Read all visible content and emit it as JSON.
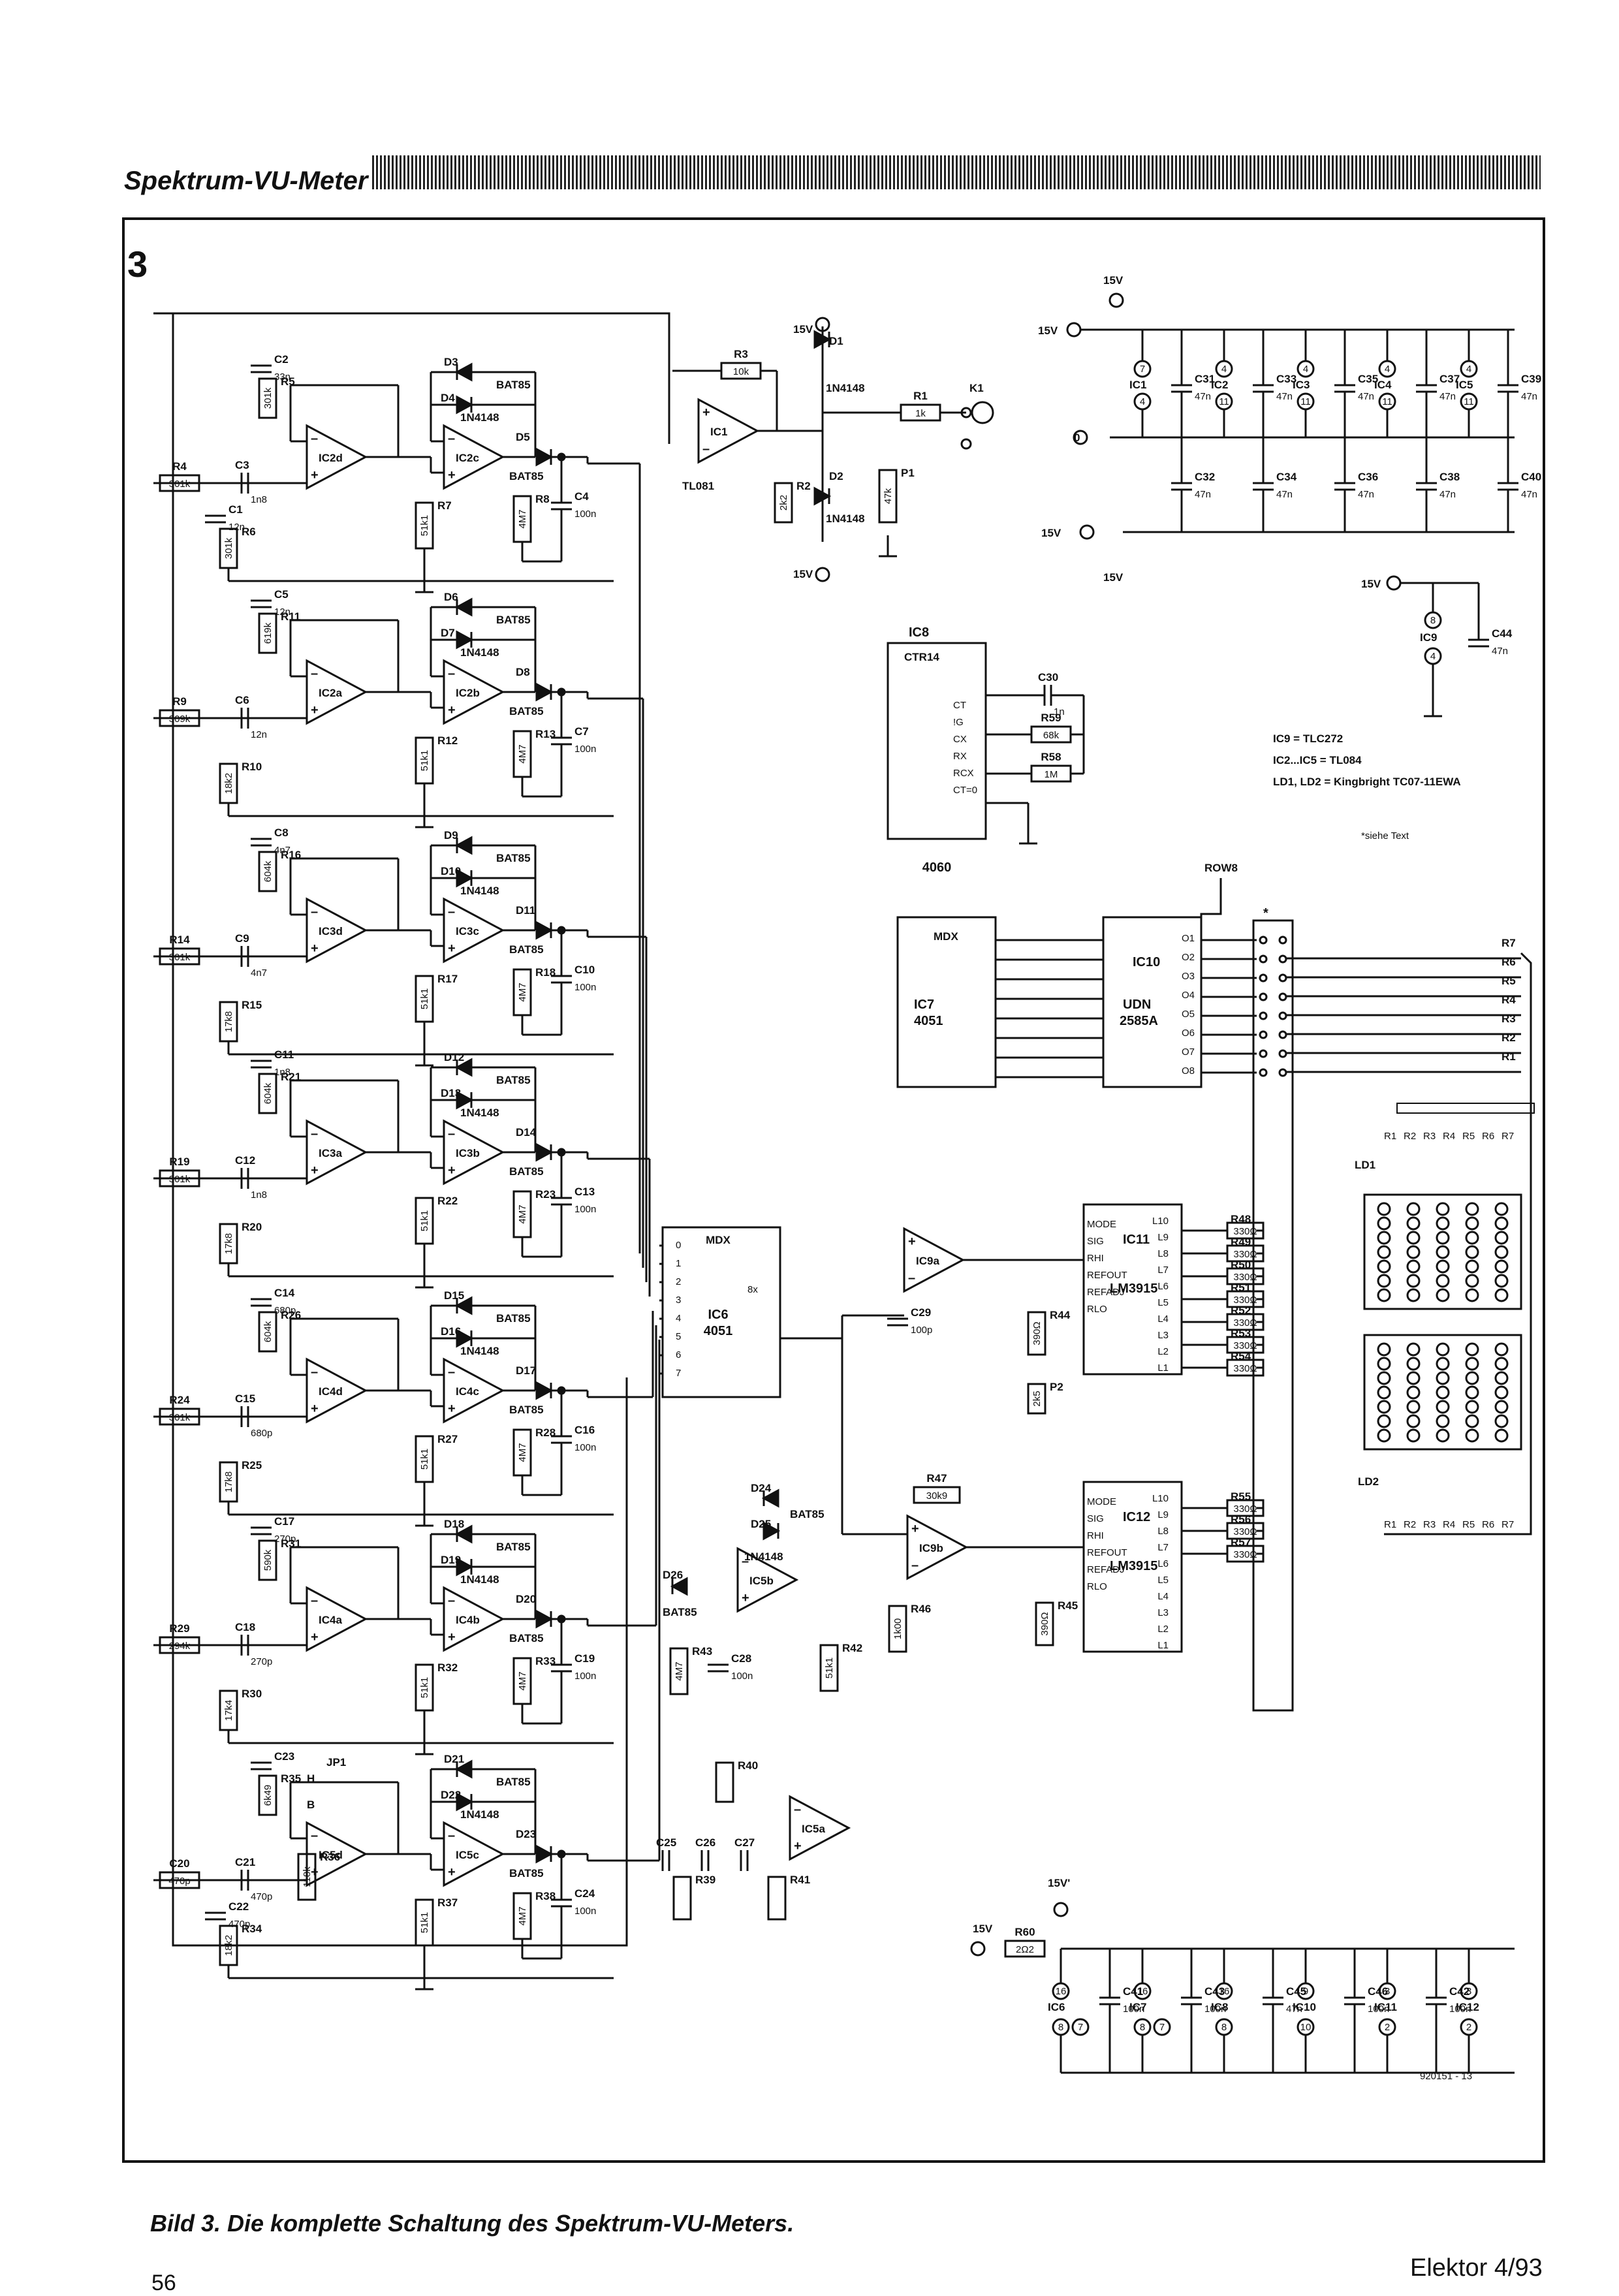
{
  "header": {
    "title": "Spektrum-VU-Meter"
  },
  "figure": {
    "number": "3"
  },
  "caption": "Bild 3. Die komplette Schaltung des Spektrum-VU-Meters.",
  "footer": {
    "magazine": "Elektor 4/93",
    "page": "56"
  },
  "drawing_number": "920151 - 13",
  "notes": {
    "ic9": "IC9 = TLC272",
    "ic2_5": "IC2...IC5 = TL084",
    "ld": "LD1, LD2 = Kingbright TC07-11EWA",
    "siehe": "siehe Text"
  },
  "filter_stages": [
    {
      "opamp": "IC2d",
      "peak": "IC2c",
      "r_in": "R4",
      "r_in_val": "301k",
      "ra": "R5",
      "ra_val": "301k",
      "rb": "R6",
      "rb_val": "301k",
      "c1": "C2",
      "c1_val": "33n",
      "c2": "C3",
      "c2_val": "1n8",
      "c3": "C1",
      "c3_val": "12n",
      "d_a": "D3",
      "d_b": "D4",
      "d_c": "D5",
      "r_load": "R7",
      "r_load_val": "51k1",
      "r_dis": "R8",
      "r_dis_val": "4M7",
      "c_hold": "C4",
      "c_hold_val": "100n"
    },
    {
      "opamp": "IC2a",
      "peak": "IC2b",
      "r_in": "R9",
      "r_in_val": "309k",
      "ra": "R11",
      "ra_val": "619k",
      "rb": "R10",
      "rb_val": "18k2",
      "c1": "C5",
      "c1_val": "12n",
      "c2": "C6",
      "c2_val": "12n",
      "c3": "",
      "c3_val": "",
      "d_a": "D6",
      "d_b": "D7",
      "d_c": "D8",
      "r_load": "R12",
      "r_load_val": "51k1",
      "r_dis": "R13",
      "r_dis_val": "4M7",
      "c_hold": "C7",
      "c_hold_val": "100n"
    },
    {
      "opamp": "IC3d",
      "peak": "IC3c",
      "r_in": "R14",
      "r_in_val": "301k",
      "ra": "R16",
      "ra_val": "604k",
      "rb": "R15",
      "rb_val": "17k8",
      "c1": "C8",
      "c1_val": "4n7",
      "c2": "C9",
      "c2_val": "4n7",
      "c3": "",
      "c3_val": "",
      "d_a": "D9",
      "d_b": "D10",
      "d_c": "D11",
      "r_load": "R17",
      "r_load_val": "51k1",
      "r_dis": "R18",
      "r_dis_val": "4M7",
      "c_hold": "C10",
      "c_hold_val": "100n"
    },
    {
      "opamp": "IC3a",
      "peak": "IC3b",
      "r_in": "R19",
      "r_in_val": "301k",
      "ra": "R21",
      "ra_val": "604k",
      "rb": "R20",
      "rb_val": "17k8",
      "c1": "C11",
      "c1_val": "1n8",
      "c2": "C12",
      "c2_val": "1n8",
      "c3": "",
      "c3_val": "",
      "d_a": "D12",
      "d_b": "D13",
      "d_c": "D14",
      "r_load": "R22",
      "r_load_val": "51k1",
      "r_dis": "R23",
      "r_dis_val": "4M7",
      "c_hold": "C13",
      "c_hold_val": "100n"
    },
    {
      "opamp": "IC4d",
      "peak": "IC4c",
      "r_in": "R24",
      "r_in_val": "301k",
      "ra": "R26",
      "ra_val": "604k",
      "rb": "R25",
      "rb_val": "17k8",
      "c1": "C14",
      "c1_val": "680p",
      "c2": "C15",
      "c2_val": "680p",
      "c3": "",
      "c3_val": "",
      "d_a": "D15",
      "d_b": "D16",
      "d_c": "D17",
      "r_load": "R27",
      "r_load_val": "51k1",
      "r_dis": "R28",
      "r_dis_val": "4M7",
      "c_hold": "C16",
      "c_hold_val": "100n"
    },
    {
      "opamp": "IC4a",
      "peak": "IC4b",
      "r_in": "R29",
      "r_in_val": "294k",
      "ra": "R31",
      "ra_val": "590k",
      "rb": "R30",
      "rb_val": "17k4",
      "c1": "C17",
      "c1_val": "270p",
      "c2": "C18",
      "c2_val": "270p",
      "c3": "",
      "c3_val": "",
      "d_a": "D18",
      "d_b": "D19",
      "d_c": "D20",
      "r_load": "R32",
      "r_load_val": "51k1",
      "r_dis": "R33",
      "r_dis_val": "4M7",
      "c_hold": "C19",
      "c_hold_val": "100n"
    },
    {
      "opamp": "IC5d",
      "peak": "IC5c",
      "r_in": "C20",
      "r_in_val": "470p",
      "ra": "R35",
      "ra_val": "6k49",
      "rb": "R34",
      "rb_val": "18k2",
      "c1": "C23",
      "c1_val": "",
      "c2": "C21",
      "c2_val": "470p",
      "c3": "C22",
      "c3_val": "470p",
      "d_a": "D21",
      "d_b": "D22",
      "d_c": "D23",
      "r_load": "R37",
      "r_load_val": "51k1",
      "r_dis": "R38",
      "r_dis_val": "4M7",
      "c_hold": "C24",
      "c_hold_val": "100n"
    }
  ],
  "diode_types": {
    "schottky": "BAT85",
    "signal": "1N4148"
  },
  "supply": {
    "pos": "15V",
    "neg": "15V",
    "gnd": "0",
    "vref": "15V'",
    "decoupling_top": [
      {
        "ic": "IC1",
        "pin_p": "7",
        "pin_n": "4",
        "c_p": "C31",
        "c_n": "C32",
        "val": "47n"
      },
      {
        "ic": "IC2",
        "pin_p": "4",
        "pin_n": "11",
        "c_p": "C33",
        "c_n": "C34",
        "val": "47n"
      },
      {
        "ic": "IC3",
        "pin_p": "4",
        "pin_n": "11",
        "c_p": "C35",
        "c_n": "C36",
        "val": "47n"
      },
      {
        "ic": "IC4",
        "pin_p": "4",
        "pin_n": "11",
        "c_p": "C37",
        "c_n": "C38",
        "val": "47n"
      },
      {
        "ic": "IC5",
        "pin_p": "4",
        "pin_n": "11",
        "c_p": "C39",
        "c_n": "C40",
        "val": "47n"
      }
    ],
    "ic9": {
      "ic": "IC9",
      "pin_p": "8",
      "pin_n": "4",
      "c": "C44",
      "val": "47n"
    },
    "decoupling_bottom": [
      {
        "ic": "IC6",
        "pin_p": "16",
        "pin_n": "8",
        "pin_n2": "7",
        "c": "C41",
        "val": "100n"
      },
      {
        "ic": "IC7",
        "pin_p": "16",
        "pin_n": "8",
        "pin_n2": "7",
        "c": "C43",
        "val": "100n"
      },
      {
        "ic": "IC8",
        "pin_p": "16",
        "pin_n": "8",
        "pin_n2": "",
        "c": "C45",
        "val": "47n"
      },
      {
        "ic": "IC10",
        "pin_p": "9",
        "pin_n": "10",
        "pin_n2": "",
        "c": "C46",
        "val": "100n"
      },
      {
        "ic": "IC11",
        "pin_p": "3",
        "pin_n": "2",
        "pin_n2": "",
        "c": "C42",
        "val": "100n"
      },
      {
        "ic": "IC12",
        "pin_p": "3",
        "pin_n": "2",
        "pin_n2": "",
        "c": "",
        "val": ""
      }
    ],
    "r60": "R60",
    "r60_val": "2Ω2"
  },
  "input_stage": {
    "ic": "IC1",
    "type": "TL081",
    "r3": "R3",
    "r3_val": "10k",
    "r2": "R2",
    "r2_val": "2k2",
    "r1": "R1",
    "r1_val": "1k",
    "p1": "P1",
    "p1_val": "47k",
    "d1": "D1",
    "d2": "D2",
    "dtype": "1N4148",
    "conn": "K1"
  },
  "counter": {
    "ic": "IC8",
    "type": "CTR14",
    "part": "4060",
    "c30": "C30",
    "c30_val": "1n",
    "r59": "R59",
    "r59_val": "68k",
    "r58": "R58",
    "r58_val": "1M",
    "pins": [
      "CT",
      "!G",
      "CX",
      "RX",
      "RCX",
      "CT=0"
    ]
  },
  "mux7": {
    "ic": "IC7",
    "part": "4051",
    "label": "MDX"
  },
  "mux6": {
    "ic": "IC6",
    "part": "4051",
    "label": "MDX"
  },
  "driver": {
    "ic": "IC10",
    "part": "UDN 2585A",
    "row": "ROW8",
    "outputs": [
      "O1",
      "O2",
      "O3",
      "O4",
      "O5",
      "O6",
      "O7",
      "O8"
    ]
  },
  "rows": [
    "R7",
    "R6",
    "R5",
    "R4",
    "R3",
    "R2",
    "R1"
  ],
  "bargraph": [
    {
      "ic": "IC11",
      "part": "LM3915",
      "amp": "IC9a",
      "c29": "C29",
      "c29_val": "100p",
      "r44": "R44",
      "r44_val": "390Ω",
      "p2": "P2",
      "p2_val": "2k5",
      "res": [
        {
          "n": "R48",
          "v": "330Ω"
        },
        {
          "n": "R49",
          "v": "330Ω"
        },
        {
          "n": "R50",
          "v": "330Ω"
        },
        {
          "n": "R51",
          "v": "330Ω"
        },
        {
          "n": "R52",
          "v": "330Ω"
        },
        {
          "n": "R53",
          "v": "330Ω"
        },
        {
          "n": "R54",
          "v": "330Ω"
        }
      ]
    },
    {
      "ic": "IC12",
      "part": "LM3915",
      "amp": "IC9b",
      "r46": "R46",
      "r46_val": "1k00",
      "r47": "R47",
      "r47_val": "30k9",
      "r45": "R45",
      "r45_val": "390Ω",
      "res": [
        {
          "n": "R55",
          "v": "330Ω"
        },
        {
          "n": "R56",
          "v": "330Ω"
        },
        {
          "n": "R57",
          "v": "330Ω"
        }
      ]
    }
  ],
  "lm_pins": [
    "MODE",
    "SIG",
    "RHI",
    "REFOUT",
    "REFADJ",
    "RLO"
  ],
  "lm_outs": [
    "L10",
    "L9",
    "L8",
    "L7",
    "L6",
    "L5",
    "L4",
    "L3",
    "L2",
    "L1"
  ],
  "displays": [
    {
      "name": "LD1"
    },
    {
      "name": "LD2"
    }
  ],
  "aux": {
    "opamp": "IC5a",
    "peak": "IC5b",
    "r39": "R39",
    "r40": "R40",
    "r41": "R41",
    "r42": "R42",
    "r42_val": "51k1",
    "r43": "R43",
    "r43_val": "4M7",
    "c25": "C25",
    "c26": "C26",
    "c27": "C27",
    "c28": "C28",
    "c28_val": "100n",
    "d24": "D24",
    "d25": "D25",
    "d26": "D26",
    "jp1": "JP1",
    "jp_h": "H",
    "jp_b": "B",
    "r36": "R36",
    "r36_val": "118k"
  }
}
